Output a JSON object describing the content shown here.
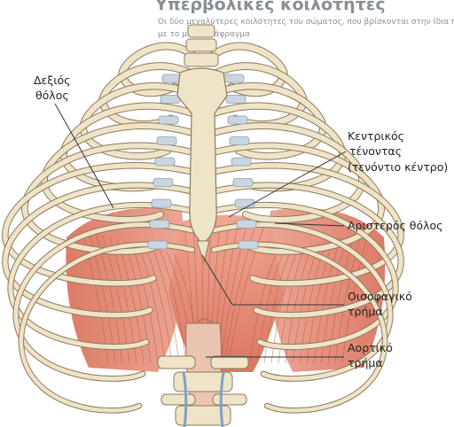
{
  "header": {
    "title_fragment": "Υπερβολικές κοιλότητες",
    "line1": "Οι δύο μεγαλύτερες κοιλότητες του σώματος, που βρίσκονται στην ίδια πλευρά",
    "line2": "με το μυϊκό διάφραγμα"
  },
  "labels": {
    "right_dome_line1": "Δεξιός",
    "right_dome_line2": "θόλος",
    "central_tendon_line1": "Κεντρικός",
    "central_tendon_line2": "τένοντας",
    "central_tendon_line3": "(τενόντιο κέντρο)",
    "left_dome": "Αριστερός θόλος",
    "esophageal_line1": "Οισοφαγικό",
    "esophageal_line2": "τρήμα",
    "aortic_line1": "Αορτικό",
    "aortic_line2": "τρήμα"
  },
  "colors": {
    "bone": "#efe3c8",
    "bone_outline": "#8d7a5c",
    "cartilage": "#c9d6e2",
    "muscle": "#d9705a",
    "muscle_light": "#eea38f",
    "leader": "#333333"
  }
}
